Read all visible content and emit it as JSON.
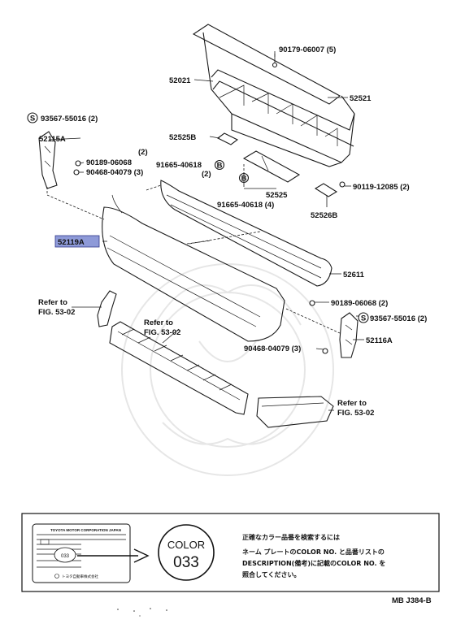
{
  "parts": {
    "p90179_06007": "90179-06007 (5)",
    "p52021": "52021",
    "p52521": "52521",
    "p93567_55016_l": "93567-55016 (2)",
    "p52115A": "52115A",
    "p90189_06068_l_qty": "(2)",
    "p90189_06068_l": "90189-06068",
    "p90468_04079_l": "90468-04079 (3)",
    "p52525B": "52525B",
    "p91665_40618_top": "91665-40618",
    "p91665_40618_top_qty": "(2)",
    "p90119_12085": "90119-12085 (2)",
    "p52525": "52525",
    "p91665_40618_bot": "91665-40618 (4)",
    "p52526B": "52526B",
    "p52119A": "52119A",
    "p52611": "52611",
    "p90189_06068_r": "90189-06068 (2)",
    "p93567_55016_r": "93567-55016 (2)",
    "p52116A": "52116A",
    "p90468_04079_r": "90468-04079 (3)",
    "circle_s": "S",
    "circle_b": "B"
  },
  "refs": {
    "ref1_a": "Refer to",
    "ref1_b": "FIG. 53-02",
    "ref2_a": "Refer to",
    "ref2_b": "FIG. 53-02",
    "ref3_a": "Refer to",
    "ref3_b": "FIG. 53-02"
  },
  "color_box": {
    "plate_line1": "TOYOTA MOTOR CORPORATION JAPAN",
    "plate_code": "033",
    "plate_maker": "トヨタ自動車株式会社",
    "circle_top": "COLOR",
    "circle_code": "033",
    "note_line1": "正確なカラー品番を検索するには",
    "note_line2": "ネーム プレートのCOLOR NO. と品番リストの",
    "note_line3": "DESCRIPTION(備考)に記載のCOLOR NO. を",
    "note_line4": "照合してください。"
  },
  "footer_code": "MB J384-B"
}
